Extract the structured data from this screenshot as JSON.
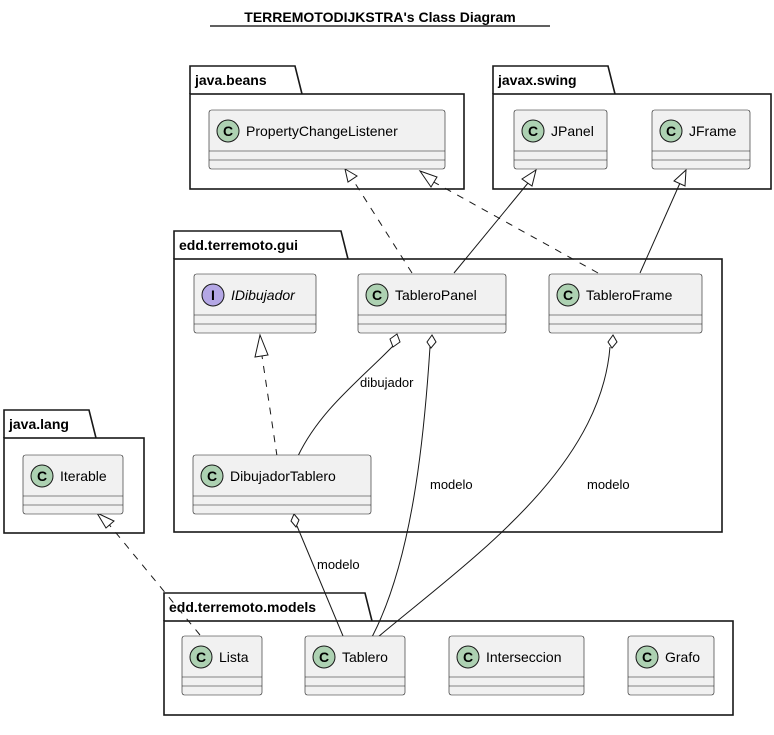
{
  "title": "TERREMOTODIJKSTRA's Class Diagram",
  "packages": {
    "java_beans": "java.beans",
    "javax_swing": "javax.swing",
    "gui": "edd.terremoto.gui",
    "java_lang": "java.lang",
    "models": "edd.terremoto.models"
  },
  "classes": {
    "property_change_listener": "PropertyChangeListener",
    "jpanel": "JPanel",
    "jframe": "JFrame",
    "idibujador": "IDibujador",
    "tablero_panel": "TableroPanel",
    "tablero_frame": "TableroFrame",
    "dibujador_tablero": "DibujadorTablero",
    "iterable": "Iterable",
    "lista": "Lista",
    "tablero": "Tablero",
    "interseccion": "Interseccion",
    "grafo": "Grafo"
  },
  "stereotype_letters": {
    "class": "C",
    "interface": "I"
  },
  "edge_labels": {
    "dibujador": "dibujador",
    "modelo_panel": "modelo",
    "modelo_frame": "modelo",
    "modelo_dibujador": "modelo"
  },
  "colors": {
    "class_icon": "#add1b2",
    "interface_icon": "#b4a7e5",
    "class_fill": "#f1f1f1",
    "line": "#181818"
  }
}
